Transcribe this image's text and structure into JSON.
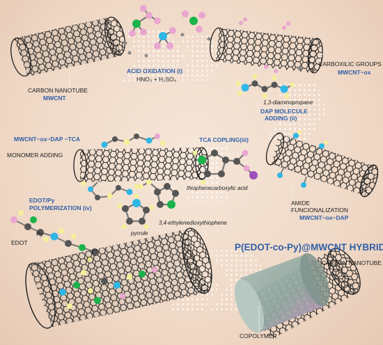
{
  "labels": {
    "cnt_top": "CARBON NANOTUBE",
    "mwcnt": "MWCNT",
    "acid_ox": "ACID OXIDATION (i)",
    "acid_formula": "HNO₃ + H₂SO₄",
    "carboxilic": "CARBOXILIC GROUPS",
    "mwcnt_ox": "MWCNT−ox",
    "diaminopropane": "1,3-diaminopropane",
    "dap_adding_1": "DAP MOLECULE",
    "dap_adding_2": "ADDING (ii)",
    "monomer_tag": "MWCNT−ox−DAP −TCA",
    "monomer_adding": "MONOMER ADDING",
    "tca_copling": "TCA COPLING(iii)",
    "thiophene_acid": "thiophenecarboxylic acid",
    "amide_1": "AMIDE",
    "amide_2": "FUNCIONALIZATION",
    "mwcnt_ox_dap": "MWCNT−ox−DAP",
    "poly_1": "EDOT/Py",
    "poly_2": "POLYMERIZATION (iv)",
    "edot_full": "3,4-ethylenedioxythiophene",
    "pyrrole": "pyrrole",
    "edot": "EDOT",
    "py": "Py",
    "hybrid_title": "P(EDOT-co-Py)@MWCNT HYBRID",
    "cnt_bottom": "CARBON NANOTUBE",
    "copolymer": "COPOLYMER"
  },
  "colors": {
    "accent_blue": "#2f5fa8",
    "background": "#f2dfd0",
    "nanotube": "#1e1e1e",
    "copolymer_shell": "#8fa8a0",
    "atom_pink": "#e9a6cf",
    "atom_green": "#19b34a",
    "atom_cyan": "#2fb7e6",
    "atom_yellow": "#f4ef9a",
    "atom_purple": "#9b4fb8"
  }
}
